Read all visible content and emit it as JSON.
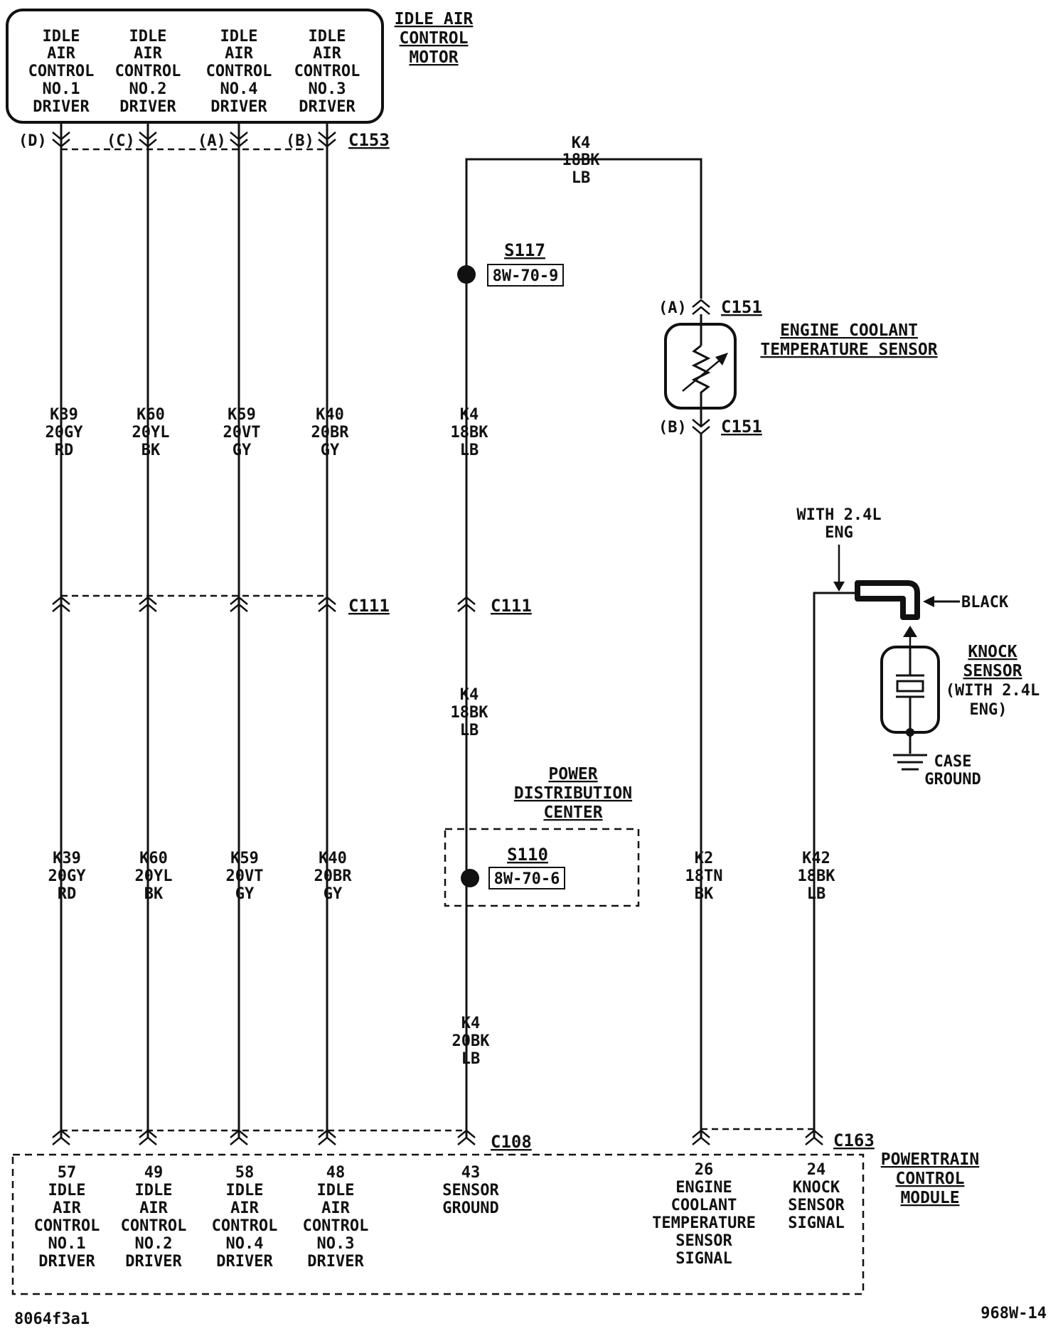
{
  "components": {
    "iac_motor": {
      "title": [
        "IDLE AIR",
        "CONTROL",
        "MOTOR"
      ],
      "drivers": [
        [
          "IDLE",
          "AIR",
          "CONTROL",
          "NO.1",
          "DRIVER"
        ],
        [
          "IDLE",
          "AIR",
          "CONTROL",
          "NO.2",
          "DRIVER"
        ],
        [
          "IDLE",
          "AIR",
          "CONTROL",
          "NO.4",
          "DRIVER"
        ],
        [
          "IDLE",
          "AIR",
          "CONTROL",
          "NO.3",
          "DRIVER"
        ]
      ],
      "pins": [
        "(D)",
        "(C)",
        "(A)",
        "(B)"
      ]
    },
    "ect_sensor": {
      "title": [
        "ENGINE COOLANT",
        "TEMPERATURE SENSOR"
      ],
      "pin_a": "(A)",
      "pin_b": "(B)"
    },
    "knock_sensor": {
      "title": [
        "KNOCK",
        "SENSOR"
      ],
      "note": [
        "(WITH 2.4L",
        "ENG)"
      ],
      "with_eng": [
        "WITH 2.4L",
        "ENG"
      ],
      "black": "BLACK",
      "case_ground": [
        "CASE",
        "GROUND"
      ]
    },
    "pdc": {
      "title": [
        "POWER",
        "DISTRIBUTION",
        "CENTER"
      ]
    },
    "pcm": {
      "title": [
        "POWERTRAIN",
        "CONTROL",
        "MODULE"
      ],
      "pins": [
        [
          "57",
          "IDLE",
          "AIR",
          "CONTROL",
          "NO.1",
          "DRIVER"
        ],
        [
          "49",
          "IDLE",
          "AIR",
          "CONTROL",
          "NO.2",
          "DRIVER"
        ],
        [
          "58",
          "IDLE",
          "AIR",
          "CONTROL",
          "NO.4",
          "DRIVER"
        ],
        [
          "48",
          "IDLE",
          "AIR",
          "CONTROL",
          "NO.3",
          "DRIVER"
        ],
        [
          "43",
          "SENSOR",
          "GROUND"
        ],
        [
          "26",
          "ENGINE",
          "COOLANT",
          "TEMPERATURE",
          "SENSOR",
          "SIGNAL"
        ],
        [
          "24",
          "KNOCK",
          "SENSOR",
          "SIGNAL"
        ]
      ]
    }
  },
  "connectors": {
    "c153": "C153",
    "c111": "C111",
    "c111b": "C111",
    "c151a": "C151",
    "c151b": "C151",
    "c108": "C108",
    "c163": "C163"
  },
  "splices": {
    "s117": {
      "name": "S117",
      "ref": "8W-70-9"
    },
    "s110": {
      "name": "S110",
      "ref": "8W-70-6"
    }
  },
  "wires": {
    "iac_upper": [
      [
        "K39",
        "20GY",
        "RD"
      ],
      [
        "K60",
        "20YL",
        "BK"
      ],
      [
        "K59",
        "20VT",
        "GY"
      ],
      [
        "K40",
        "20BR",
        "GY"
      ]
    ],
    "iac_lower": [
      [
        "K39",
        "20GY",
        "RD"
      ],
      [
        "K60",
        "20YL",
        "BK"
      ],
      [
        "K59",
        "20VT",
        "GY"
      ],
      [
        "K40",
        "20BR",
        "GY"
      ]
    ],
    "k4_top": [
      "K4",
      "18BK",
      "LB"
    ],
    "k4_mid": [
      "K4",
      "18BK",
      "LB"
    ],
    "k4_low": [
      "K4",
      "18BK",
      "LB"
    ],
    "k4_bottom": [
      "K4",
      "20BK",
      "LB"
    ],
    "k2": [
      "K2",
      "18TN",
      "BK"
    ],
    "k42": [
      "K42",
      "18BK",
      "LB"
    ]
  },
  "footer": {
    "left": "8064f3a1",
    "right": "968W-14"
  }
}
